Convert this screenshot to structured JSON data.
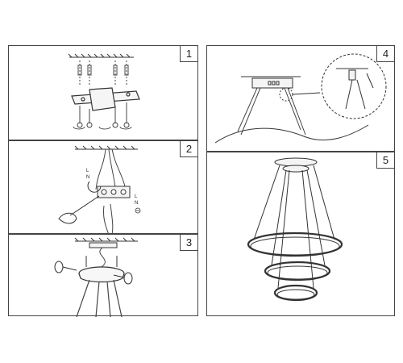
{
  "panels": [
    {
      "number": "1"
    },
    {
      "number": "2"
    },
    {
      "number": "3"
    },
    {
      "number": "4"
    },
    {
      "number": "5"
    }
  ],
  "wiring": {
    "live": "L",
    "neutral": "N"
  }
}
